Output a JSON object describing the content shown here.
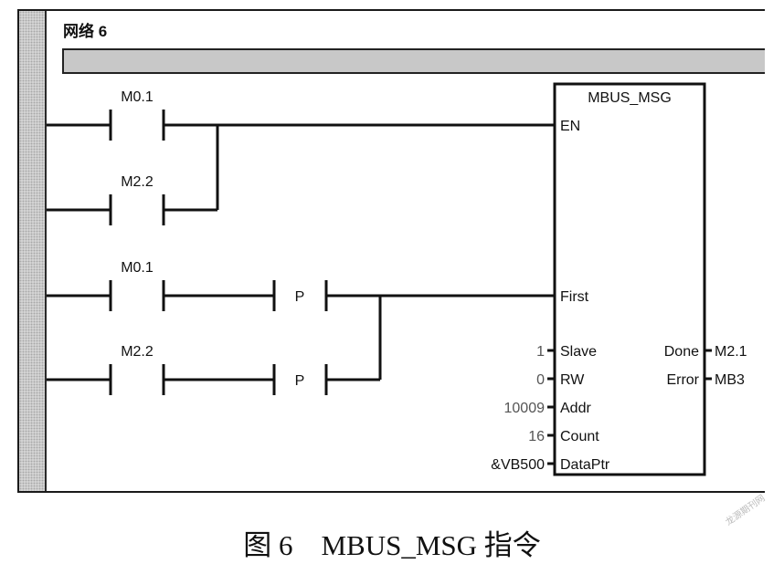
{
  "network": {
    "title": "网络 6"
  },
  "rungs": {
    "contact_m01_en": "M0.1",
    "contact_m22_en": "M2.2",
    "contact_m01_first": "M0.1",
    "contact_m22_first": "M2.2",
    "edge_label": "P"
  },
  "block": {
    "name": "MBUS_MSG",
    "inputs": [
      {
        "pin": "EN",
        "value": ""
      },
      {
        "pin": "First",
        "value": ""
      },
      {
        "pin": "Slave",
        "value": "1"
      },
      {
        "pin": "RW",
        "value": "0"
      },
      {
        "pin": "Addr",
        "value": "10009"
      },
      {
        "pin": "Count",
        "value": "16"
      },
      {
        "pin": "DataPtr",
        "value": "&VB500"
      }
    ],
    "outputs": [
      {
        "pin": "Done",
        "value": "M2.1"
      },
      {
        "pin": "Error",
        "value": "MB3"
      }
    ]
  },
  "colors": {
    "line": "#111111",
    "param_value": "#555555",
    "bar": "#c8c8c8"
  },
  "caption": "图 6　MBUS_MSG 指令",
  "watermark": "龙源期刊网"
}
